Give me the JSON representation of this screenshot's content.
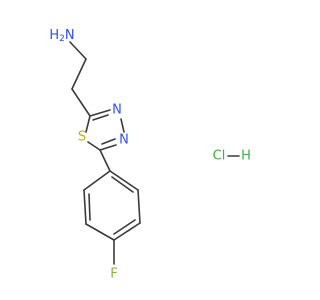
{
  "molecule": {
    "atoms": {
      "amine": {
        "element": "N",
        "hydrogens": "H",
        "subscript": "2",
        "color": "#3050f8"
      },
      "ring_n_top": {
        "text": "N",
        "color": "#3050f8"
      },
      "ring_n_bottom": {
        "text": "N",
        "color": "#3050f8"
      },
      "ring_s": {
        "text": "S",
        "color": "#c8b400"
      },
      "fluorine": {
        "text": "F",
        "color": "#8ab43c"
      }
    },
    "salt": {
      "text": "Cl",
      "hydrogen": "H",
      "color": "#3cb43c"
    },
    "bond_color": "#3a3a3a"
  }
}
